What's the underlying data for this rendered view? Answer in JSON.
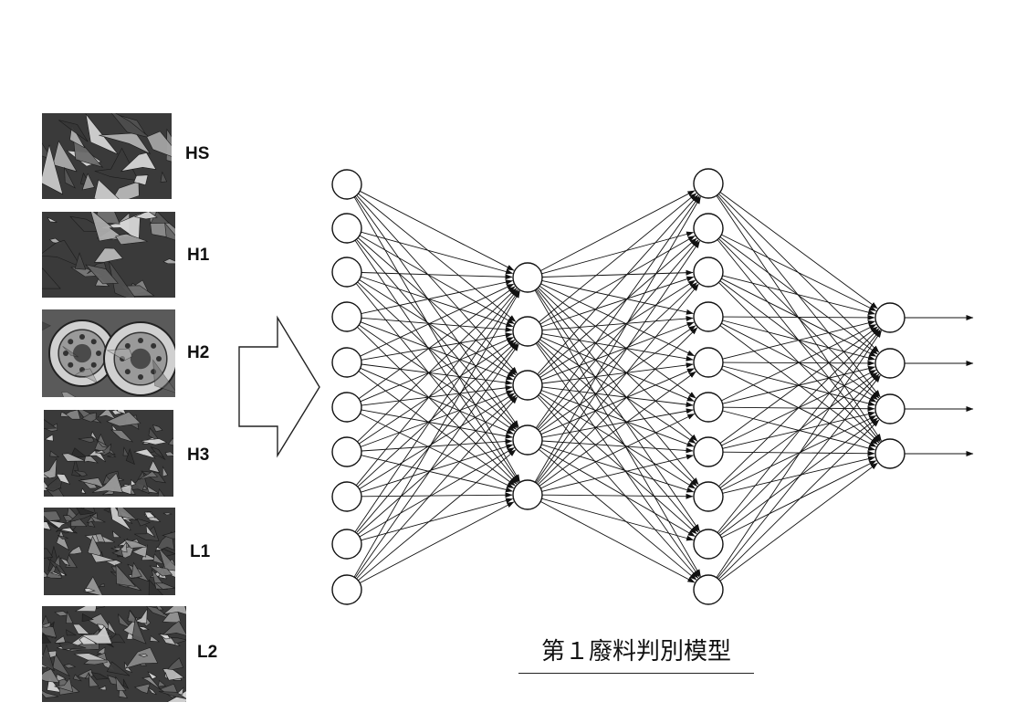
{
  "title": "第１廢料判別模型",
  "categories": [
    "HS",
    "H1",
    "H2",
    "H3",
    "L1",
    "L2"
  ],
  "network": {
    "layers": [
      10,
      5,
      10,
      4
    ],
    "output_arrows": true
  },
  "colors": {
    "ink": "#111111",
    "background": "#ffffff",
    "photo_dark": "#3a3a3a",
    "photo_mid": "#8a8a8a",
    "photo_light": "#d0d0d0"
  }
}
